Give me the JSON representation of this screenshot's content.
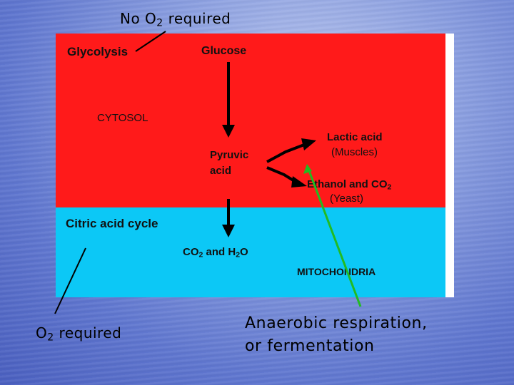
{
  "annotations": {
    "no_o2_prefix": "No O",
    "no_o2_sub": "2",
    "no_o2_suffix": " required",
    "o2_prefix": "O",
    "o2_sub": "2",
    "o2_suffix": " required",
    "anaerobic_line1": "Anaerobic respiration,",
    "anaerobic_line2": "or fermentation"
  },
  "diagram": {
    "glycolysis": "Glycolysis",
    "glucose": "Glucose",
    "cytosol": "CYTOSOL",
    "pyruvic_line1": "Pyruvic",
    "pyruvic_line2": "acid",
    "lactic": "Lactic acid",
    "muscles": "(Muscles)",
    "ethanol_prefix": "Ethanol and CO",
    "ethanol_sub": "2",
    "yeast": "(Yeast)",
    "citric": "Citric acid cycle",
    "co2_prefix": "CO",
    "co2_sub": "2",
    "co2_mid": " and H",
    "h2o_sub": "2",
    "h2o_suffix": "O",
    "mitochondria": "MITOCHONDRIA"
  },
  "colors": {
    "cytosol_region": "#ff1a1a",
    "mitochondria_region": "#0cc8f6",
    "pointer_green": "#22bb22",
    "pointer_black": "#000000"
  }
}
